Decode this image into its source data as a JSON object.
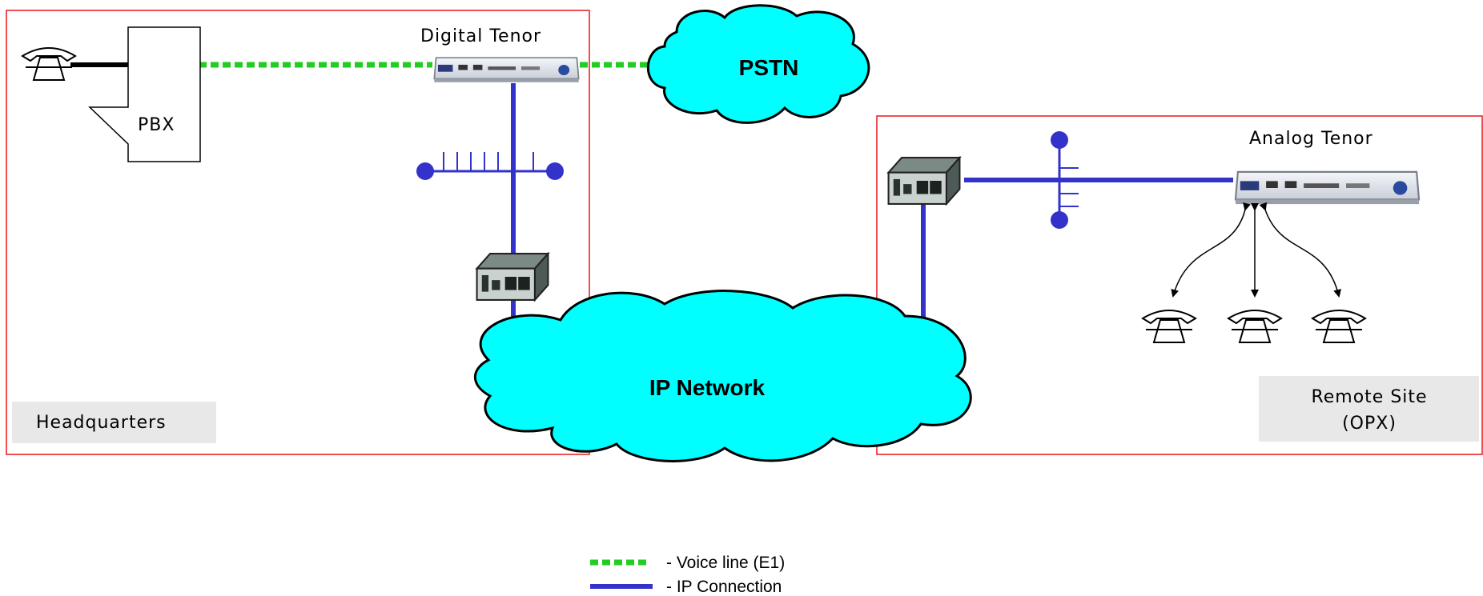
{
  "labels": {
    "digital_tenor": "Digital Tenor",
    "analog_tenor": "Analog Tenor",
    "pbx": "PBX",
    "pstn": "PSTN",
    "ip_network": "IP Network",
    "headquarters": "Headquarters",
    "remote_site_line1": "Remote Site",
    "remote_site_line2": "(OPX)"
  },
  "legend": {
    "voice_line": "- Voice line (E1)",
    "ip_connection": "- IP Connection"
  },
  "colors": {
    "site_border": "#e8171c",
    "cloud_fill": "#00ffff",
    "ip_line": "#3333cc",
    "voice_line": "#22cc22",
    "label_box": "#e8e8e8"
  },
  "icons": {
    "telephone": "telephone-icon",
    "pbx": "pbx-icon",
    "tenor": "tenor-device-icon",
    "router": "router-icon",
    "lan": "lan-bus-icon"
  }
}
